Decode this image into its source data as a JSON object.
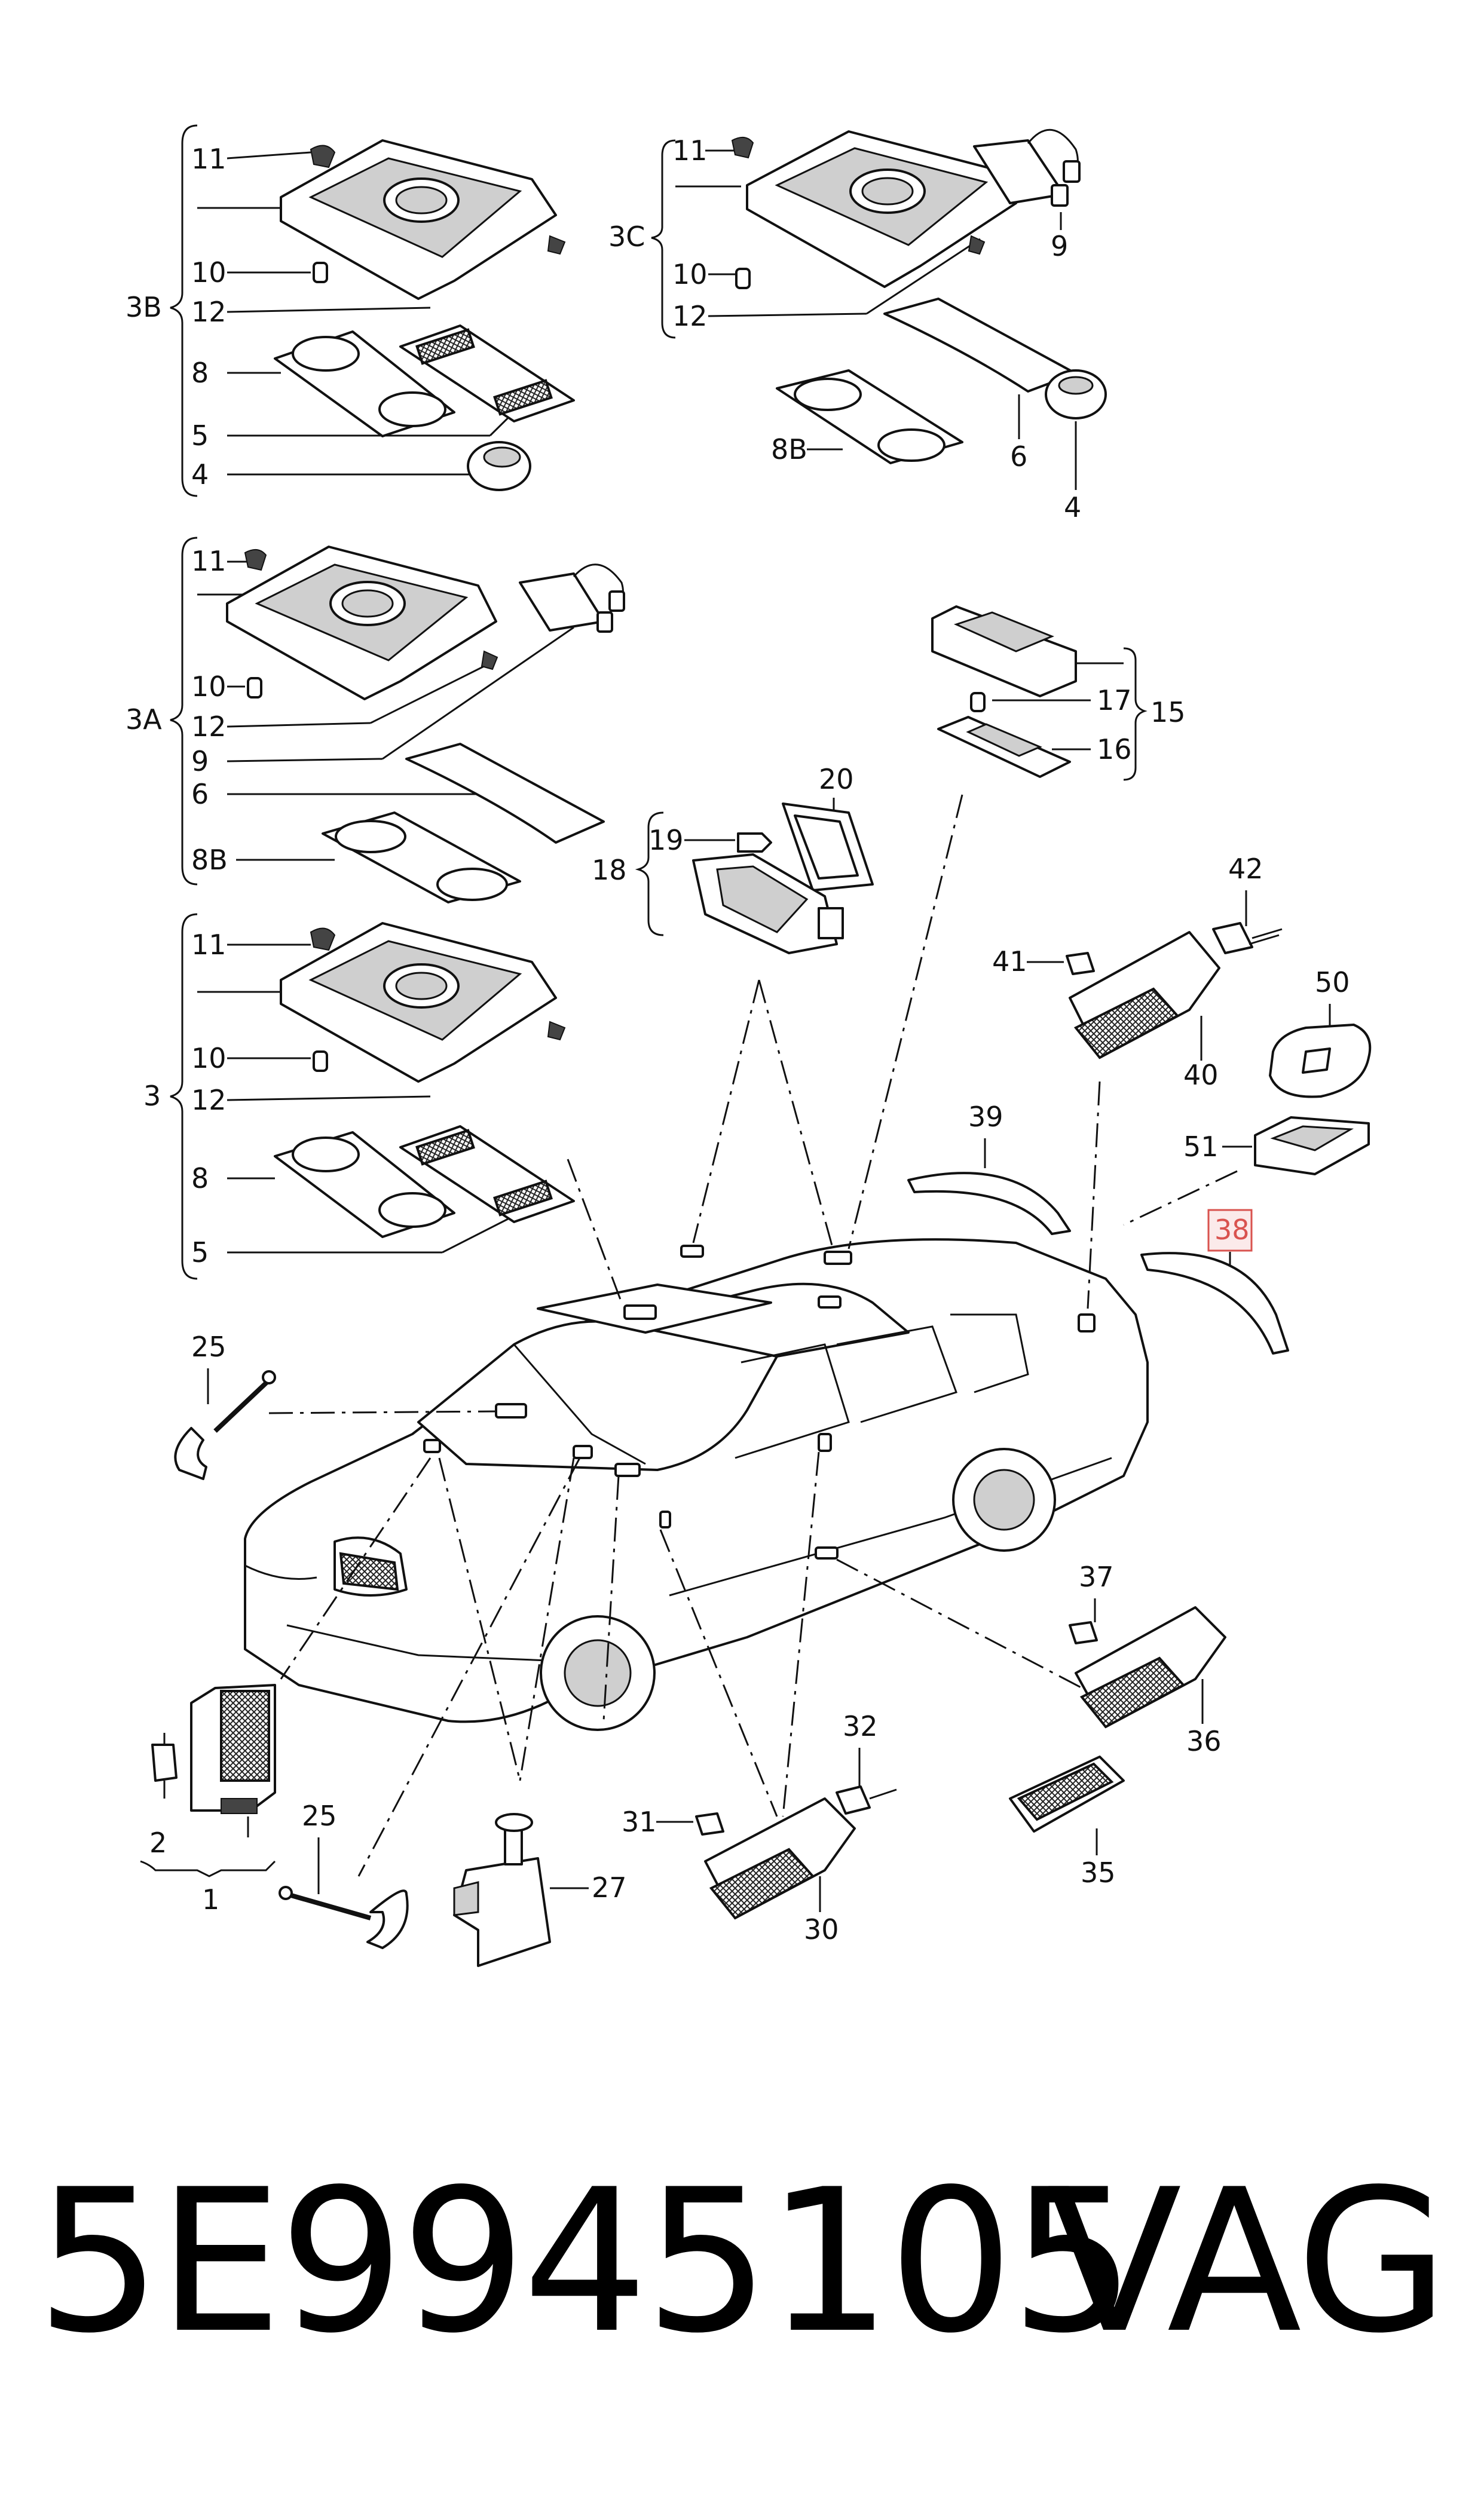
{
  "callouts": {
    "g3b": {
      "group": "3B",
      "n11": "11",
      "n10": "10",
      "n12": "12",
      "n8": "8",
      "n5": "5",
      "n4": "4"
    },
    "g3c": {
      "group": "3C",
      "n11": "11",
      "n10": "10",
      "n12": "12",
      "n9": "9",
      "n6": "6",
      "n8b": "8B",
      "n4": "4"
    },
    "g3a": {
      "group": "3A",
      "n11": "11",
      "n10": "10",
      "n12": "12",
      "n9": "9",
      "n6": "6",
      "n8b": "8B"
    },
    "g3": {
      "group": "3",
      "n11": "11",
      "n10": "10",
      "n12": "12",
      "n8": "8",
      "n5": "5"
    },
    "g15": {
      "group": "15",
      "n17": "17",
      "n16": "16"
    },
    "g18": {
      "group": "18",
      "n19": "19",
      "n20": "20"
    },
    "n42": "42",
    "n41": "41",
    "n40": "40",
    "n50": "50",
    "n51": "51",
    "n39": "39",
    "n38": "38",
    "n25a": "25",
    "n25b": "25",
    "n37": "37",
    "n36": "36",
    "n35": "35",
    "n32": "32",
    "n31": "31",
    "n30": "30",
    "n27": "27",
    "n2": "2",
    "n1": "1"
  },
  "highlight": {
    "callout": "38",
    "color": "#d9534f"
  },
  "footer": {
    "part_number": "5E9945105",
    "brand": "VAG"
  }
}
